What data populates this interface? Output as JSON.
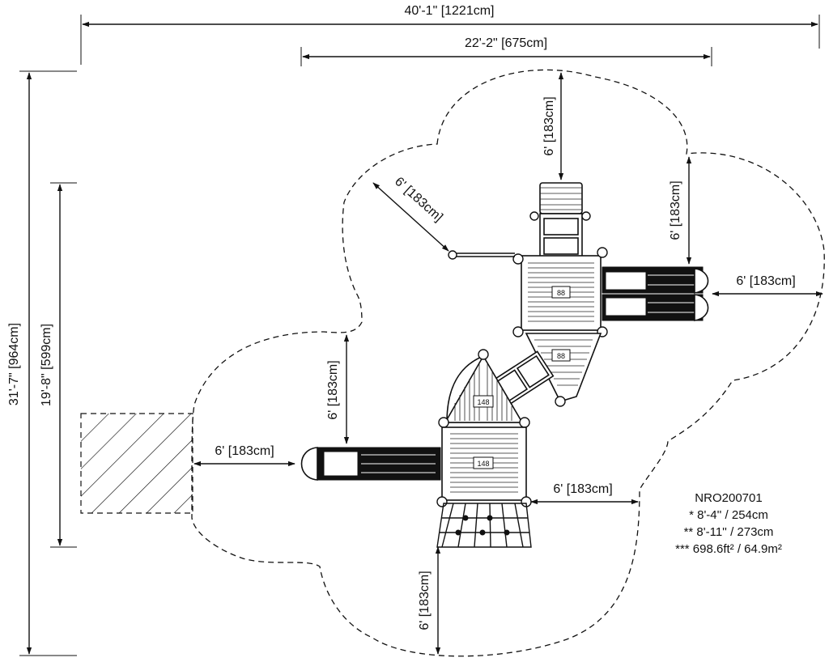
{
  "dimensions": {
    "overall_width": "40'-1\" [1221cm]",
    "inner_width": "22'-2\" [675cm]",
    "overall_height": "31'-7\" [964cm]",
    "inner_height": "19'-8\" [599cm]",
    "clearance_label": "6' [183cm]",
    "clearance_top": "6' [183cm]",
    "clearance_diagonal": "6' [183cm]",
    "clearance_right_upper": "6' [183cm]",
    "clearance_right_slide": "6' [183cm]",
    "clearance_mid_left": "6' [183cm]",
    "clearance_left_slide": "6' [183cm]",
    "clearance_mid_right": "6' [183cm]",
    "clearance_bottom": "6' [183cm]"
  },
  "deck_tags": {
    "upper_deck": "88",
    "ramp_deck": "88",
    "roof_deck": "148",
    "lower_deck": "148"
  },
  "info": {
    "model": "NRO200701",
    "line1": "* 8'-4'' / 254cm",
    "line2": "** 8'-11'' / 273cm",
    "line3": "*** 698.6ft² / 64.9m²"
  }
}
